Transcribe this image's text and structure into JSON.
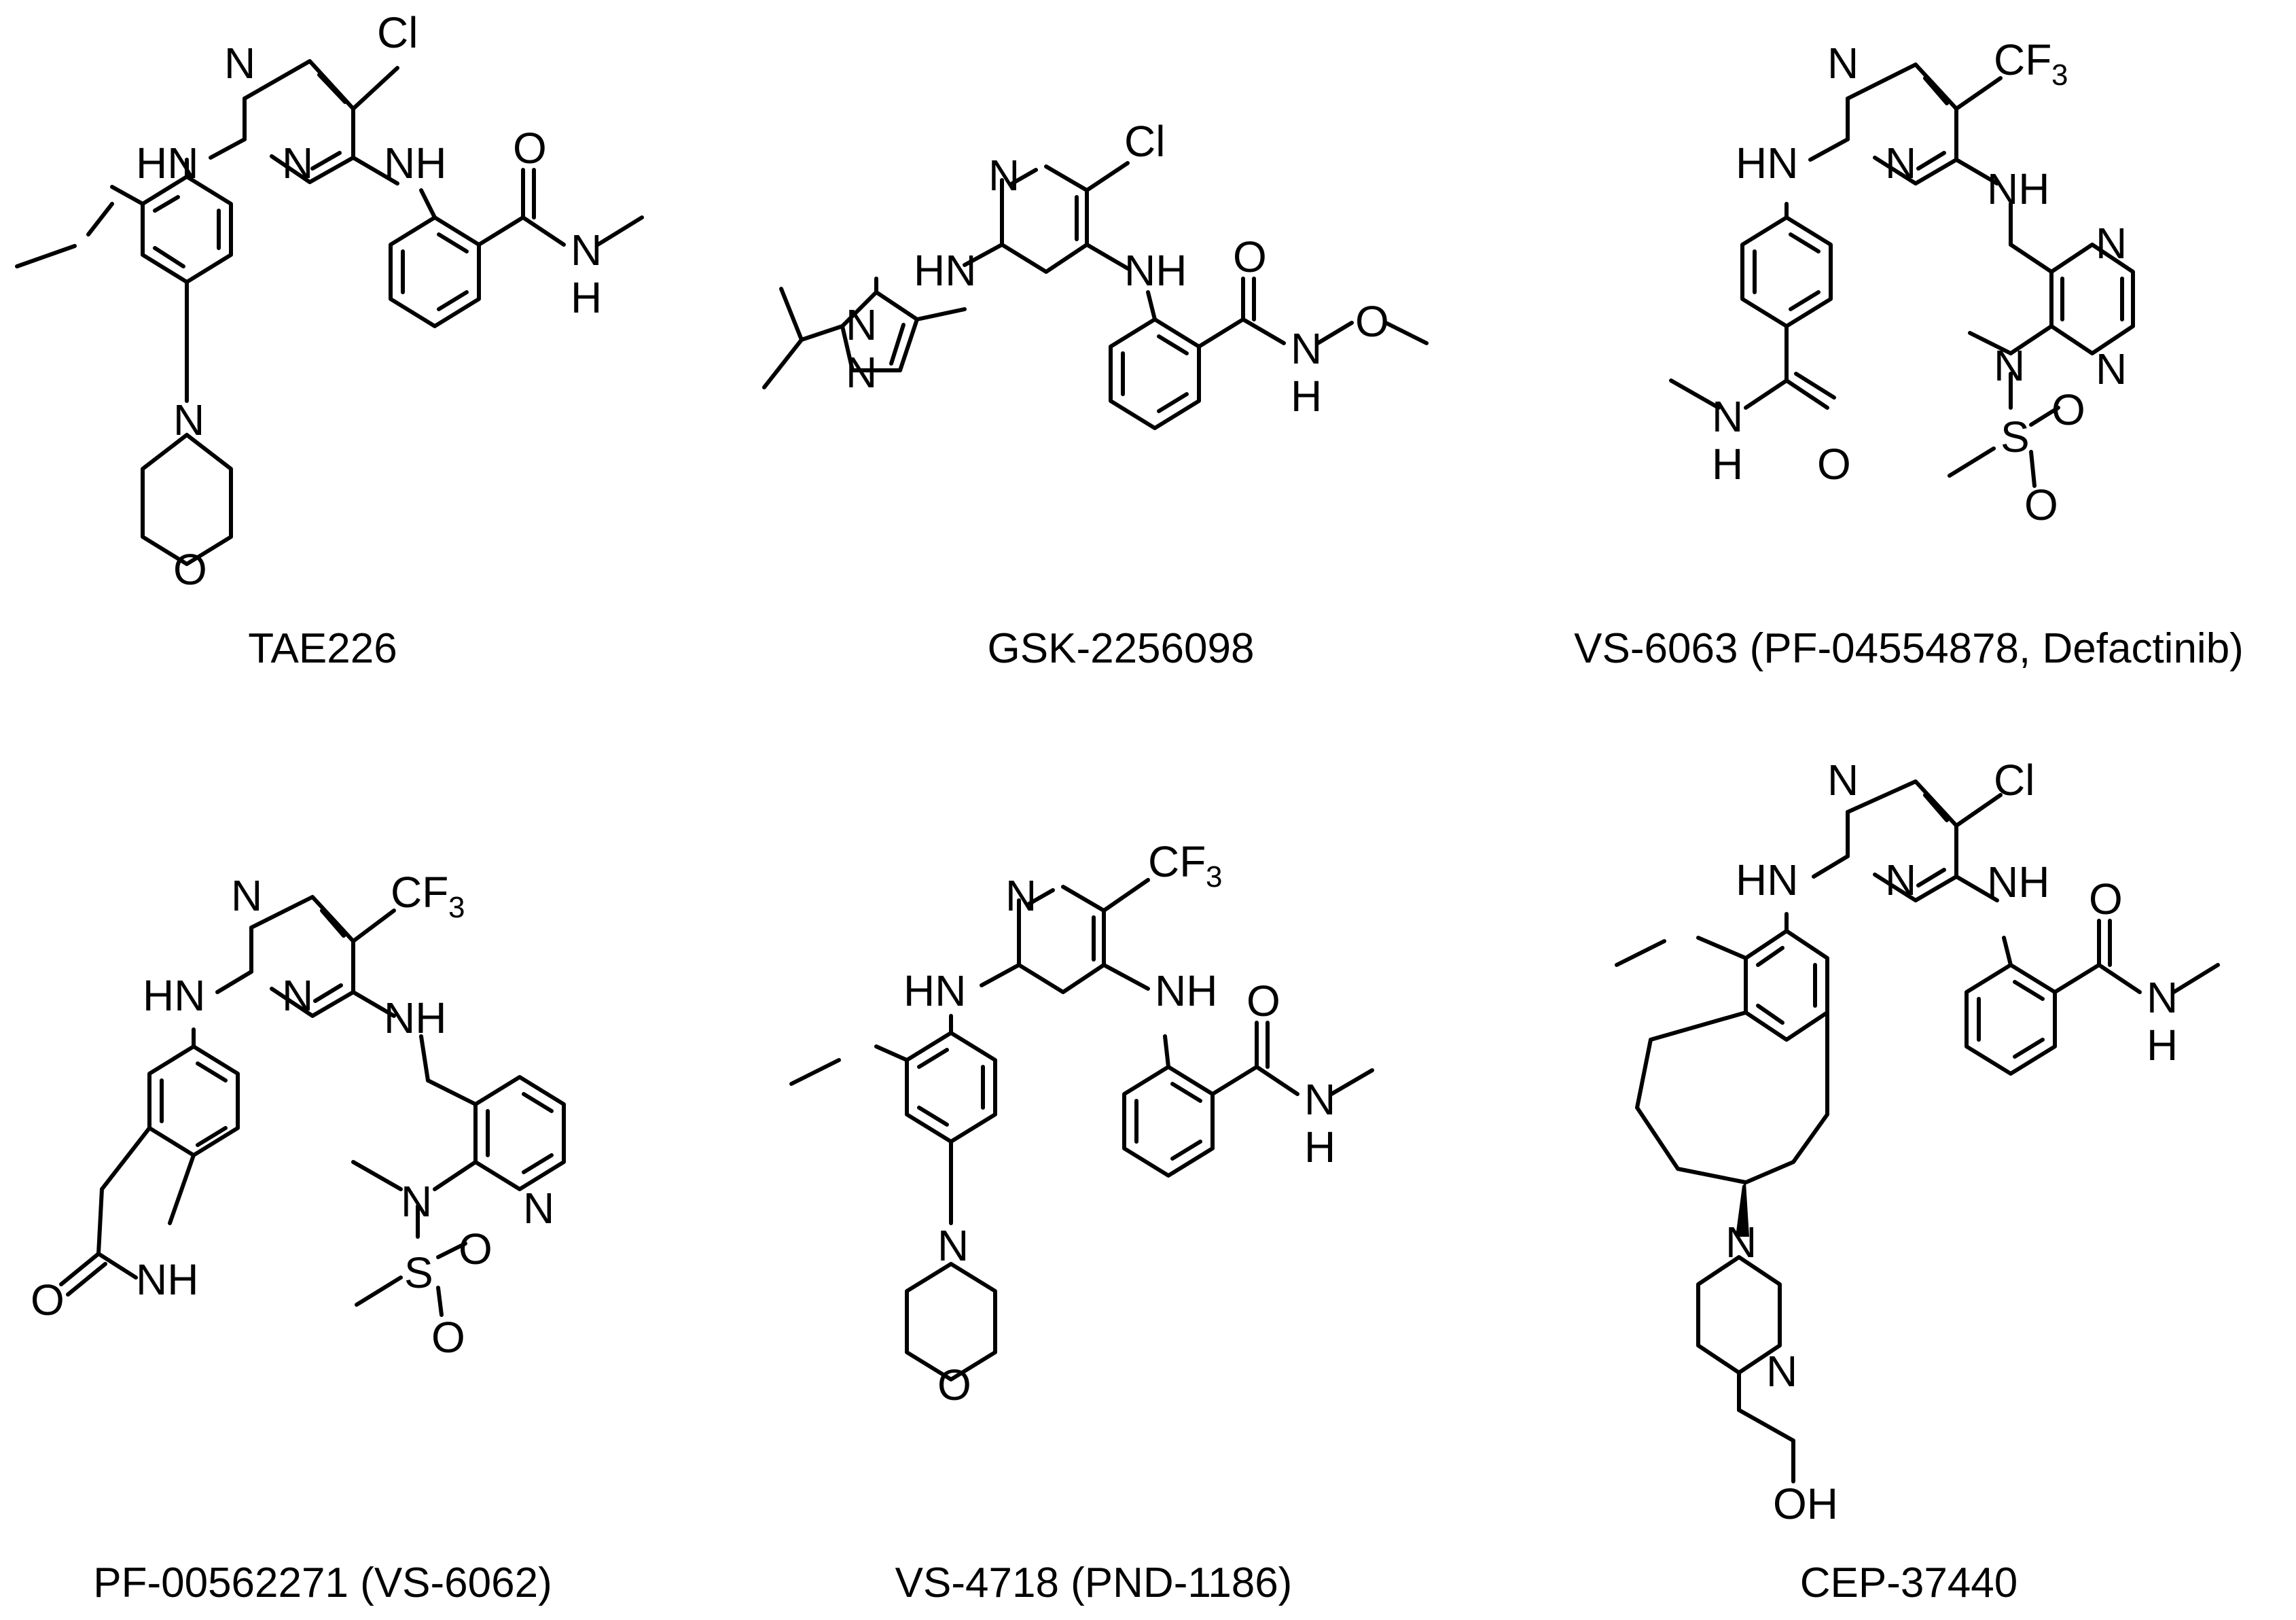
{
  "figure": {
    "compounds": [
      {
        "id": "tae226",
        "name": "TAE226",
        "labels": {
          "cl": "Cl",
          "n1": "N",
          "n2": "N",
          "hn1": "HN",
          "nh": "NH",
          "o_carbonyl": "O",
          "n_amide": "N",
          "h_amide": "H",
          "n_morph": "N",
          "o_morph": "O"
        }
      },
      {
        "id": "gsk-2256098",
        "name": "GSK-2256098",
        "labels": {
          "cl": "Cl",
          "n_pyr": "N",
          "hn": "HN",
          "nh": "NH",
          "n_pz1": "N",
          "n_pz2": "N",
          "o_carbonyl": "O",
          "n_amide": "N",
          "h_amide": "H",
          "o_methoxy": "O"
        }
      },
      {
        "id": "vs-6063",
        "name": "VS-6063 (PF-04554878, Defactinib)",
        "labels": {
          "cf3": "CF",
          "cf3_sub": "3",
          "n1": "N",
          "n2": "N",
          "hn": "HN",
          "nh": "NH",
          "n_pz1": "N",
          "n_pz2": "N",
          "n_me": "N",
          "s": "S",
          "o1": "O",
          "o2": "O",
          "o_carbonyl": "O",
          "n_amide": "N",
          "h_amide": "H"
        }
      },
      {
        "id": "pf-00562271",
        "name": "PF-00562271 (VS-6062)",
        "labels": {
          "cf3": "CF",
          "cf3_sub": "3",
          "n1": "N",
          "n2": "N",
          "hn": "HN",
          "nh": "NH",
          "n_pyr": "N",
          "n_me": "N",
          "s": "S",
          "o1": "O",
          "o2": "O",
          "o_lactam": "O",
          "nh_lactam": "NH"
        }
      },
      {
        "id": "vs-4718",
        "name": "VS-4718 (PND-1186)",
        "labels": {
          "cf3": "CF",
          "cf3_sub": "3",
          "n_pyr": "N",
          "hn": "HN",
          "nh": "NH",
          "o_carbonyl": "O",
          "n_amide": "N",
          "h_amide": "H",
          "n_morph": "N",
          "o_morph": "O"
        }
      },
      {
        "id": "cep-37440",
        "name": "CEP-37440",
        "labels": {
          "cl": "Cl",
          "n1": "N",
          "n2": "N",
          "hn": "HN",
          "nh": "NH",
          "o_carbonyl": "O",
          "n_amide": "N",
          "h_amide": "H",
          "n_pip1": "N",
          "n_pip2": "N",
          "oh": "OH"
        }
      }
    ]
  }
}
